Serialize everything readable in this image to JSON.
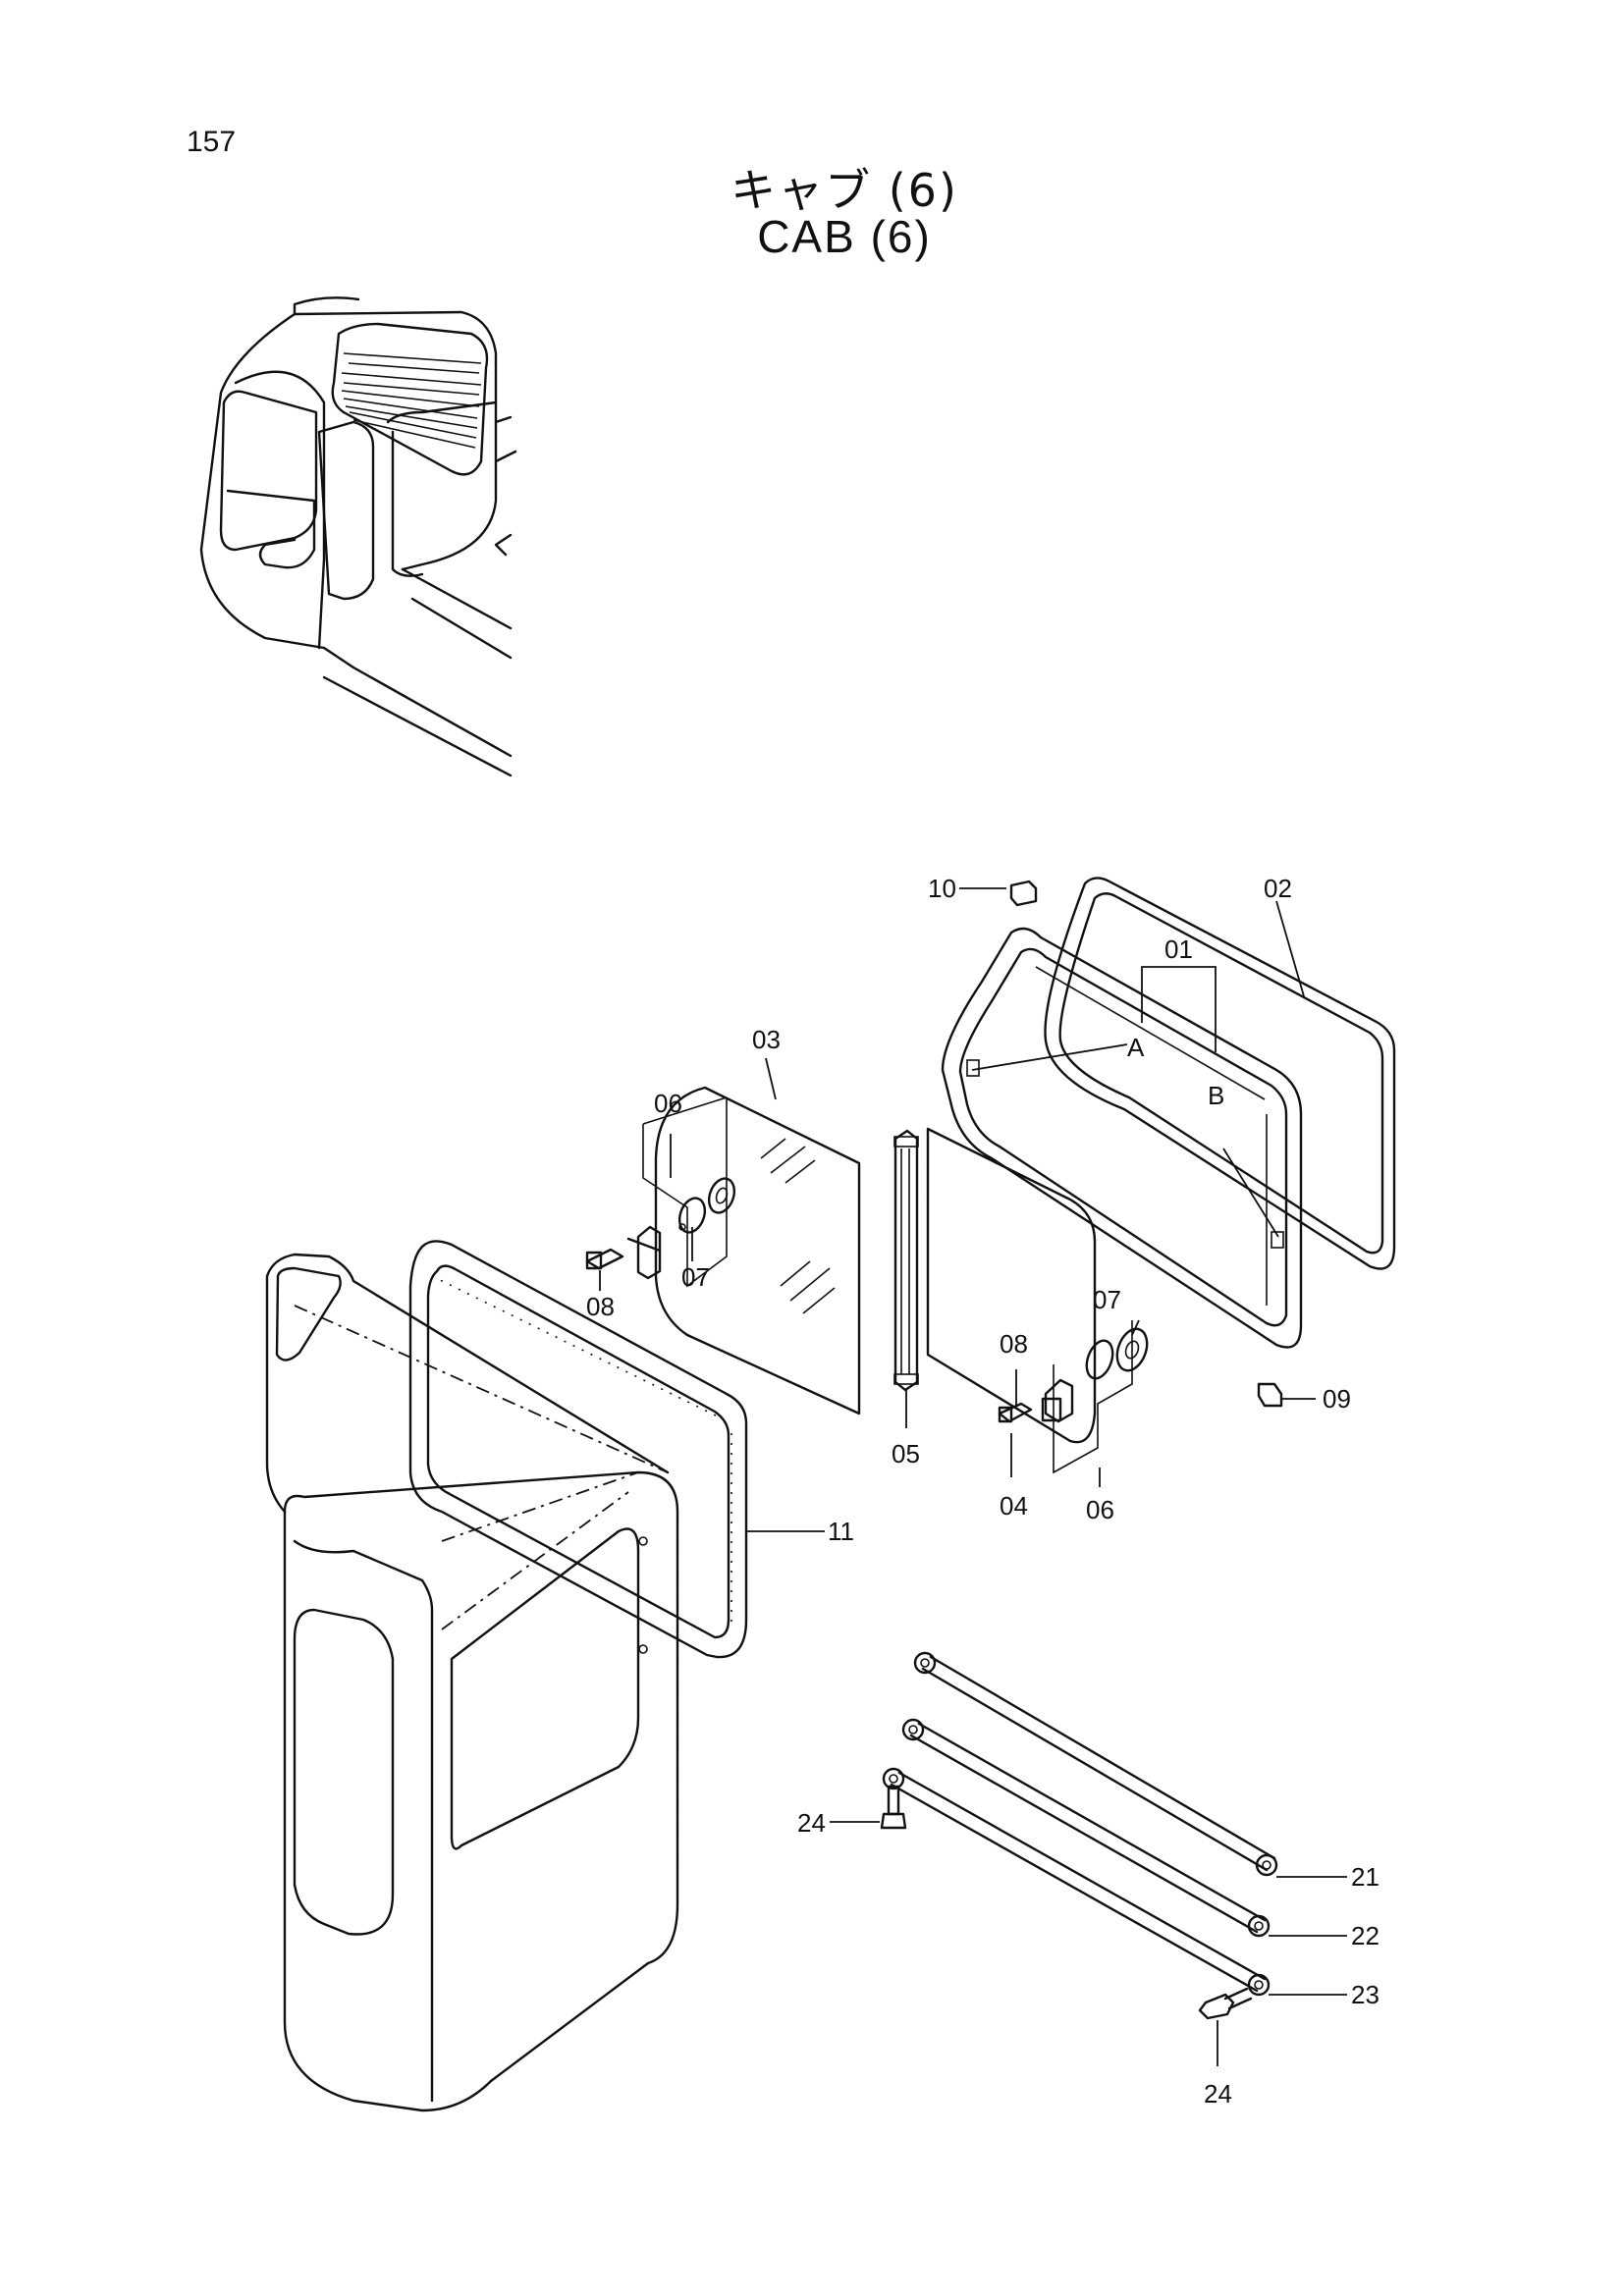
{
  "page": {
    "number": "157"
  },
  "title": {
    "japanese": "キャブ (6)",
    "english": "CAB (6)"
  },
  "callouts": {
    "p01": "01",
    "p02": "02",
    "p03": "03",
    "p04": "04",
    "p05": "05",
    "p06a": "06",
    "p06b": "06",
    "p07a": "07",
    "p07b": "07",
    "p08a": "08",
    "p08b": "08",
    "p09": "09",
    "p10": "10",
    "p11": "11",
    "p21": "21",
    "p22": "22",
    "p23": "23",
    "p24a": "24",
    "p24b": "24",
    "pointA": "A",
    "pointB": "B"
  }
}
